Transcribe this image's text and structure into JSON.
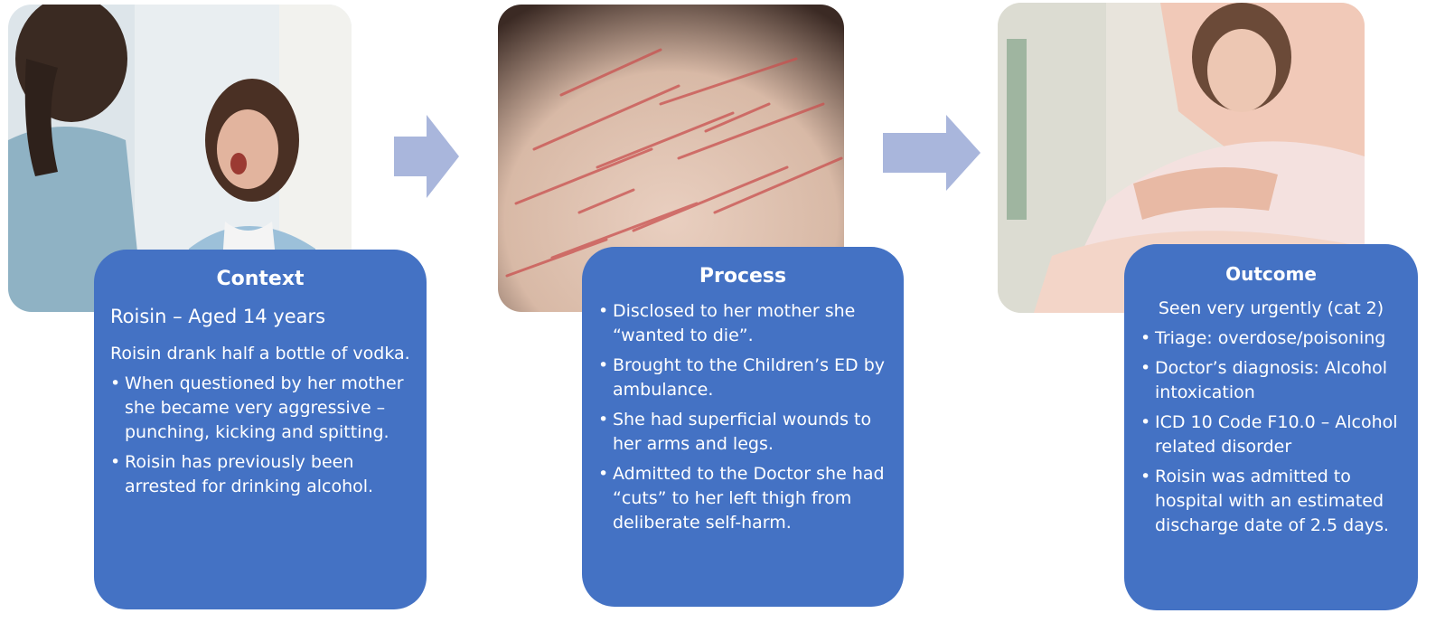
{
  "colors": {
    "card_bg": "#4472c4",
    "arrow": "#a9b6dc",
    "text": "#ffffff"
  },
  "context": {
    "title": "Context",
    "subtitle": "Roisin – Aged  14 years",
    "paragraph": "Roisin drank half a bottle of vodka.",
    "bullets": [
      "When questioned by her mother she became very aggressive – punching, kicking and spitting.",
      "Roisin has previously been arrested for drinking alcohol."
    ]
  },
  "process": {
    "title": "Process",
    "bullets": [
      "Disclosed to her mother she “wanted to die”.",
      "Brought to the Children’s ED by ambulance.",
      "She had superficial wounds to her arms and legs.",
      "Admitted to the Doctor she had “cuts” to her left thigh from deliberate self-harm."
    ]
  },
  "outcome": {
    "title": "Outcome",
    "subtitle": "Seen very urgently (cat 2)",
    "bullets": [
      "Triage: overdose/poisoning",
      "Doctor’s diagnosis: Alcohol intoxication",
      "ICD 10 Code F10.0 – Alcohol related disorder",
      "Roisin was admitted to hospital with an estimated discharge date of 2.5 days."
    ]
  }
}
